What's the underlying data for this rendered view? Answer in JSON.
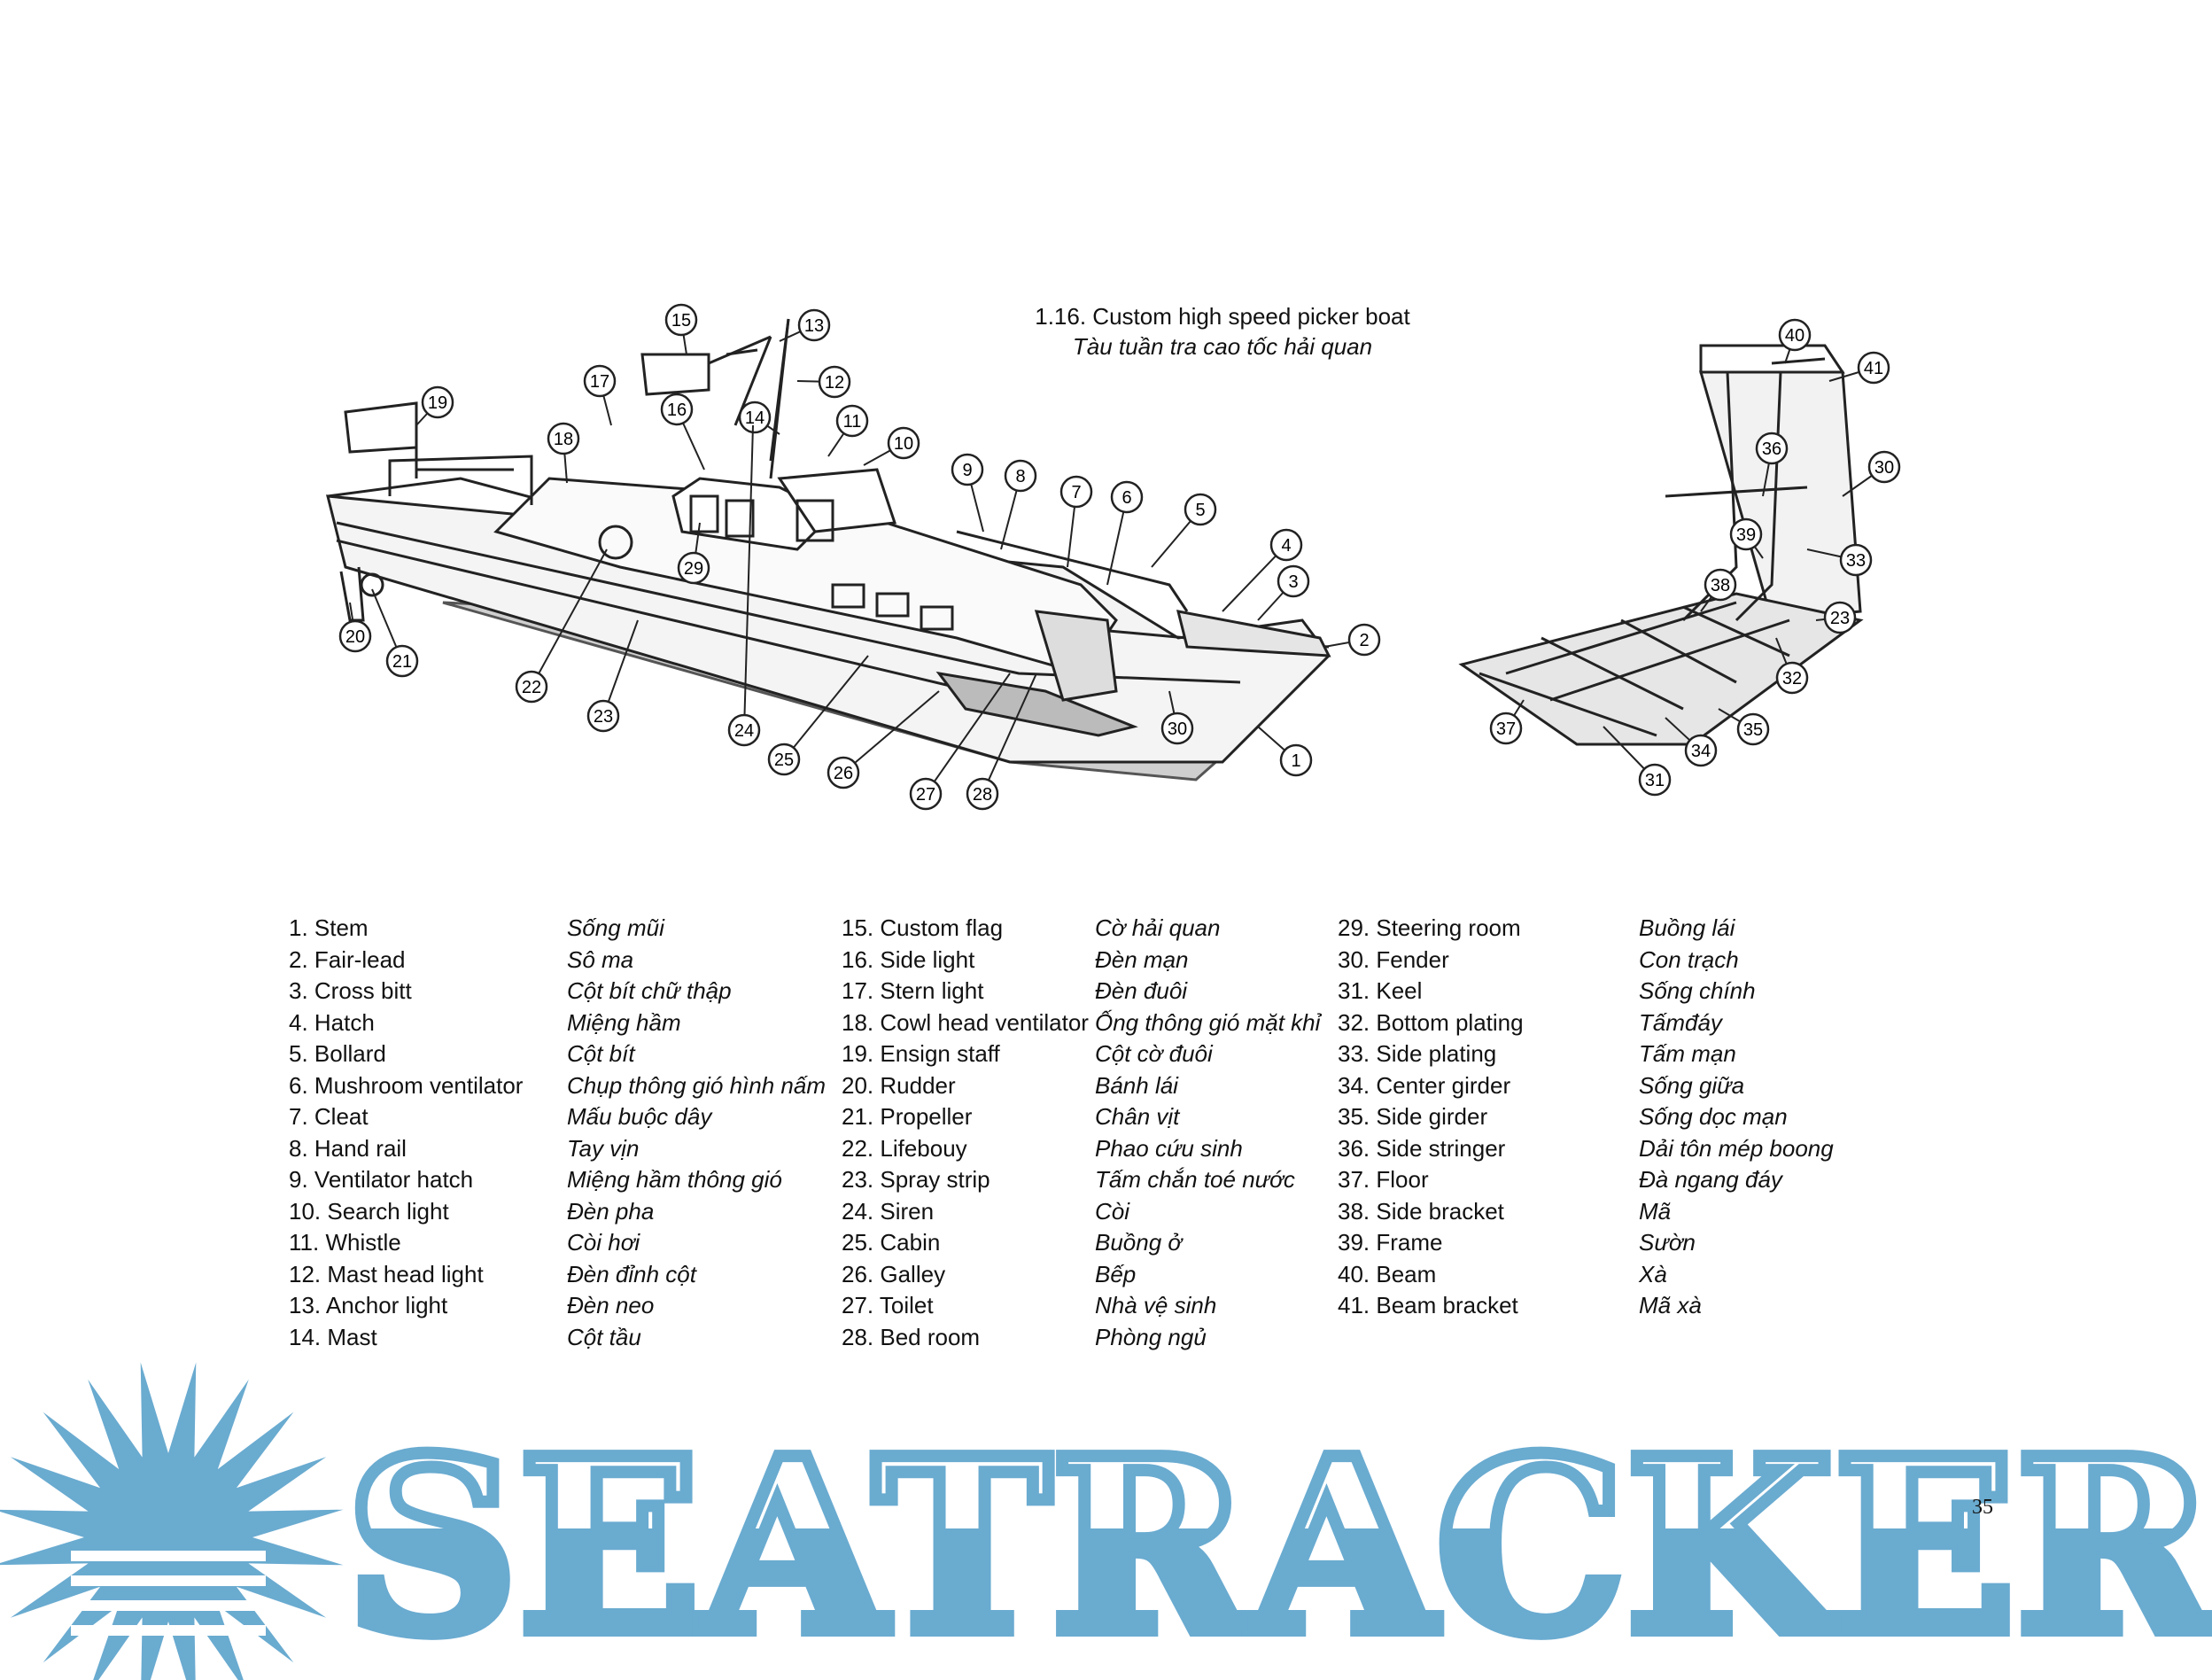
{
  "figure": {
    "title_en": "1.16. Custom high speed picker boat",
    "title_vi": "Tàu tuần tra cao tốc hải quan"
  },
  "callouts": [
    "1",
    "2",
    "3",
    "4",
    "5",
    "6",
    "7",
    "8",
    "9",
    "10",
    "11",
    "12",
    "13",
    "14",
    "15",
    "16",
    "17",
    "18",
    "19",
    "20",
    "21",
    "22",
    "23",
    "24",
    "25",
    "26",
    "27",
    "28",
    "29",
    "30",
    "31",
    "32",
    "33",
    "34",
    "35",
    "36",
    "37",
    "38",
    "39",
    "40",
    "41",
    "23",
    "30"
  ],
  "legend": {
    "col1": [
      {
        "en": "1. Stem",
        "vi": "Sống mũi"
      },
      {
        "en": "2. Fair-lead",
        "vi": "Sô ma"
      },
      {
        "en": "3. Cross bitt",
        "vi": "Cột bít chữ thập"
      },
      {
        "en": "4. Hatch",
        "vi": "Miệng hầm"
      },
      {
        "en": "5. Bollard",
        "vi": "Cột bít"
      },
      {
        "en": "6. Mushroom ventilator",
        "vi": "Chụp thông gió hình nấm"
      },
      {
        "en": "7. Cleat",
        "vi": "Mấu buộc dây"
      },
      {
        "en": "8. Hand rail",
        "vi": "Tay vịn"
      },
      {
        "en": "9. Ventilator hatch",
        "vi": "Miệng hầm thông gió"
      },
      {
        "en": "10. Search light",
        "vi": "Đèn pha"
      },
      {
        "en": "11. Whistle",
        "vi": "Còi hơi"
      },
      {
        "en": "12. Mast head light",
        "vi": "Đèn đỉnh cột"
      },
      {
        "en": "13. Anchor light",
        "vi": "Đèn neo"
      },
      {
        "en": "14. Mast",
        "vi": "Cột tầu"
      }
    ],
    "col2": [
      {
        "en": "15. Custom flag",
        "vi": "Cờ hải quan"
      },
      {
        "en": "16. Side light",
        "vi": "Đèn mạn"
      },
      {
        "en": "17. Stern light",
        "vi": "Đèn đuôi"
      },
      {
        "en": "18. Cowl head ventilator",
        "vi": "Ống thông gió mặt khỉ"
      },
      {
        "en": "19. Ensign staff",
        "vi": "Cột cờ đuôi"
      },
      {
        "en": "20. Rudder",
        "vi": "Bánh lái"
      },
      {
        "en": "21. Propeller",
        "vi": "Chân vịt"
      },
      {
        "en": "22. Lifebouy",
        "vi": "Phao cứu sinh"
      },
      {
        "en": "23. Spray strip",
        "vi": "Tấm chắn toé nước"
      },
      {
        "en": "24. Siren",
        "vi": "Còi"
      },
      {
        "en": "25. Cabin",
        "vi": "Buồng ở"
      },
      {
        "en": "26. Galley",
        "vi": "Bếp"
      },
      {
        "en": "27. Toilet",
        "vi": "Nhà vệ sinh"
      },
      {
        "en": "28. Bed room",
        "vi": "Phòng ngủ"
      }
    ],
    "col3": [
      {
        "en": "29. Steering room",
        "vi": "Buồng lái"
      },
      {
        "en": "30. Fender",
        "vi": "Con trạch"
      },
      {
        "en": "31. Keel",
        "vi": "Sống chính"
      },
      {
        "en": "32. Bottom plating",
        "vi": "Tấmđáy"
      },
      {
        "en": "33. Side plating",
        "vi": "Tấm mạn"
      },
      {
        "en": "34. Center girder",
        "vi": "Sống giữa"
      },
      {
        "en": "35. Side girder",
        "vi": "Sống dọc mạn"
      },
      {
        "en": "36. Side stringer",
        "vi": "Dải tôn mép boong"
      },
      {
        "en": "37. Floor",
        "vi": "Đà ngang đáy"
      },
      {
        "en": "38. Side bracket",
        "vi": "Mã"
      },
      {
        "en": "39. Frame",
        "vi": "Sườn"
      },
      {
        "en": "40. Beam",
        "vi": "Xà"
      },
      {
        "en": "41. Beam bracket",
        "vi": "Mã xà"
      }
    ]
  },
  "page_number": "35",
  "watermark": {
    "text": "SEATRACKER.RU",
    "color": "#6aabd0"
  }
}
